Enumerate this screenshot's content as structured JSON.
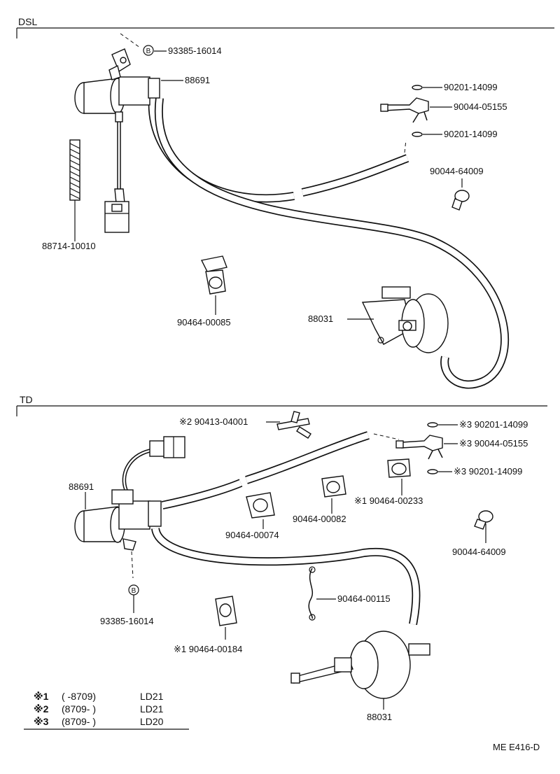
{
  "sections": {
    "dsl": "DSL",
    "td": "TD"
  },
  "dsl_labels": {
    "bolt": "93385-16014",
    "bolt_marker": "B",
    "vsv": "88691",
    "gasket_top": "90201-14099",
    "union": "90044-05155",
    "gasket_bottom": "90201-14099",
    "clip": "90044-64009",
    "wire": "88714-10010",
    "clamp": "90464-00085",
    "actuator": "88031"
  },
  "td_labels": {
    "joint": "※2 90413-04001",
    "gasket_top": "※3 90201-14099",
    "union": "※3 90044-05155",
    "gasket_bottom": "※3 90201-14099",
    "vsv": "88691",
    "clamp_a": "※1 90464-00233",
    "clamp_b": "90464-00082",
    "clamp_c": "90464-00074",
    "clip": "90044-64009",
    "tie": "90464-00115",
    "bolt_marker": "B",
    "bolt": "93385-16014",
    "clamp_d": "※1 90464-00184",
    "actuator": "88031"
  },
  "notes": [
    {
      "mark": "※1",
      "range": "(      -8709)",
      "model": "LD21"
    },
    {
      "mark": "※2",
      "range": "(8709-       )",
      "model": "LD21"
    },
    {
      "mark": "※3",
      "range": "(8709-       )",
      "model": "LD20"
    }
  ],
  "figure_id": "ME E416-D"
}
